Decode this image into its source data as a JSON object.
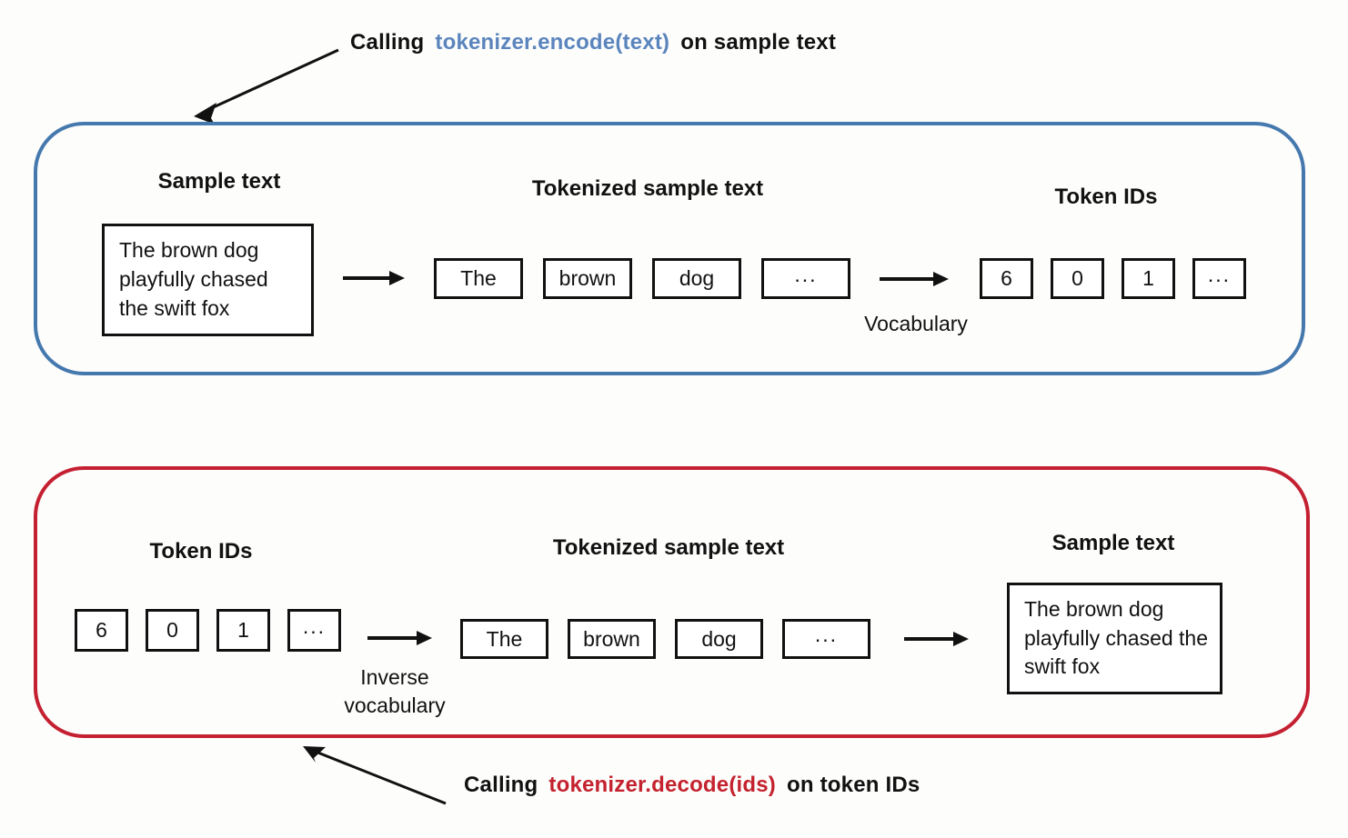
{
  "colors": {
    "encode_border": "#4579ae",
    "decode_border": "#c42031",
    "encode_code_text": "#5b85bd",
    "decode_code_text": "#c4222e"
  },
  "encode_caption": {
    "prefix": "Calling",
    "code": "tokenizer.encode(text)",
    "suffix": "on sample text"
  },
  "decode_caption": {
    "prefix": "Calling",
    "code": "tokenizer.decode(ids)",
    "suffix": "on token IDs"
  },
  "encode_panel": {
    "sample_heading": "Sample text",
    "sample_text": "The brown dog playfully chased the swift fox",
    "tokenized_heading": "Tokenized sample text",
    "tokens": [
      "The",
      "brown",
      "dog",
      "..."
    ],
    "vocab_label": "Vocabulary",
    "ids_heading": "Token IDs",
    "ids": [
      "6",
      "0",
      "1",
      "..."
    ]
  },
  "decode_panel": {
    "ids_heading": "Token IDs",
    "ids": [
      "6",
      "0",
      "1",
      "..."
    ],
    "inverse_vocab_label": "Inverse vocabulary",
    "tokenized_heading": "Tokenized sample text",
    "tokens": [
      "The",
      "brown",
      "dog",
      "..."
    ],
    "sample_heading": "Sample text",
    "sample_text": "The brown dog playfully chased the swift fox"
  }
}
